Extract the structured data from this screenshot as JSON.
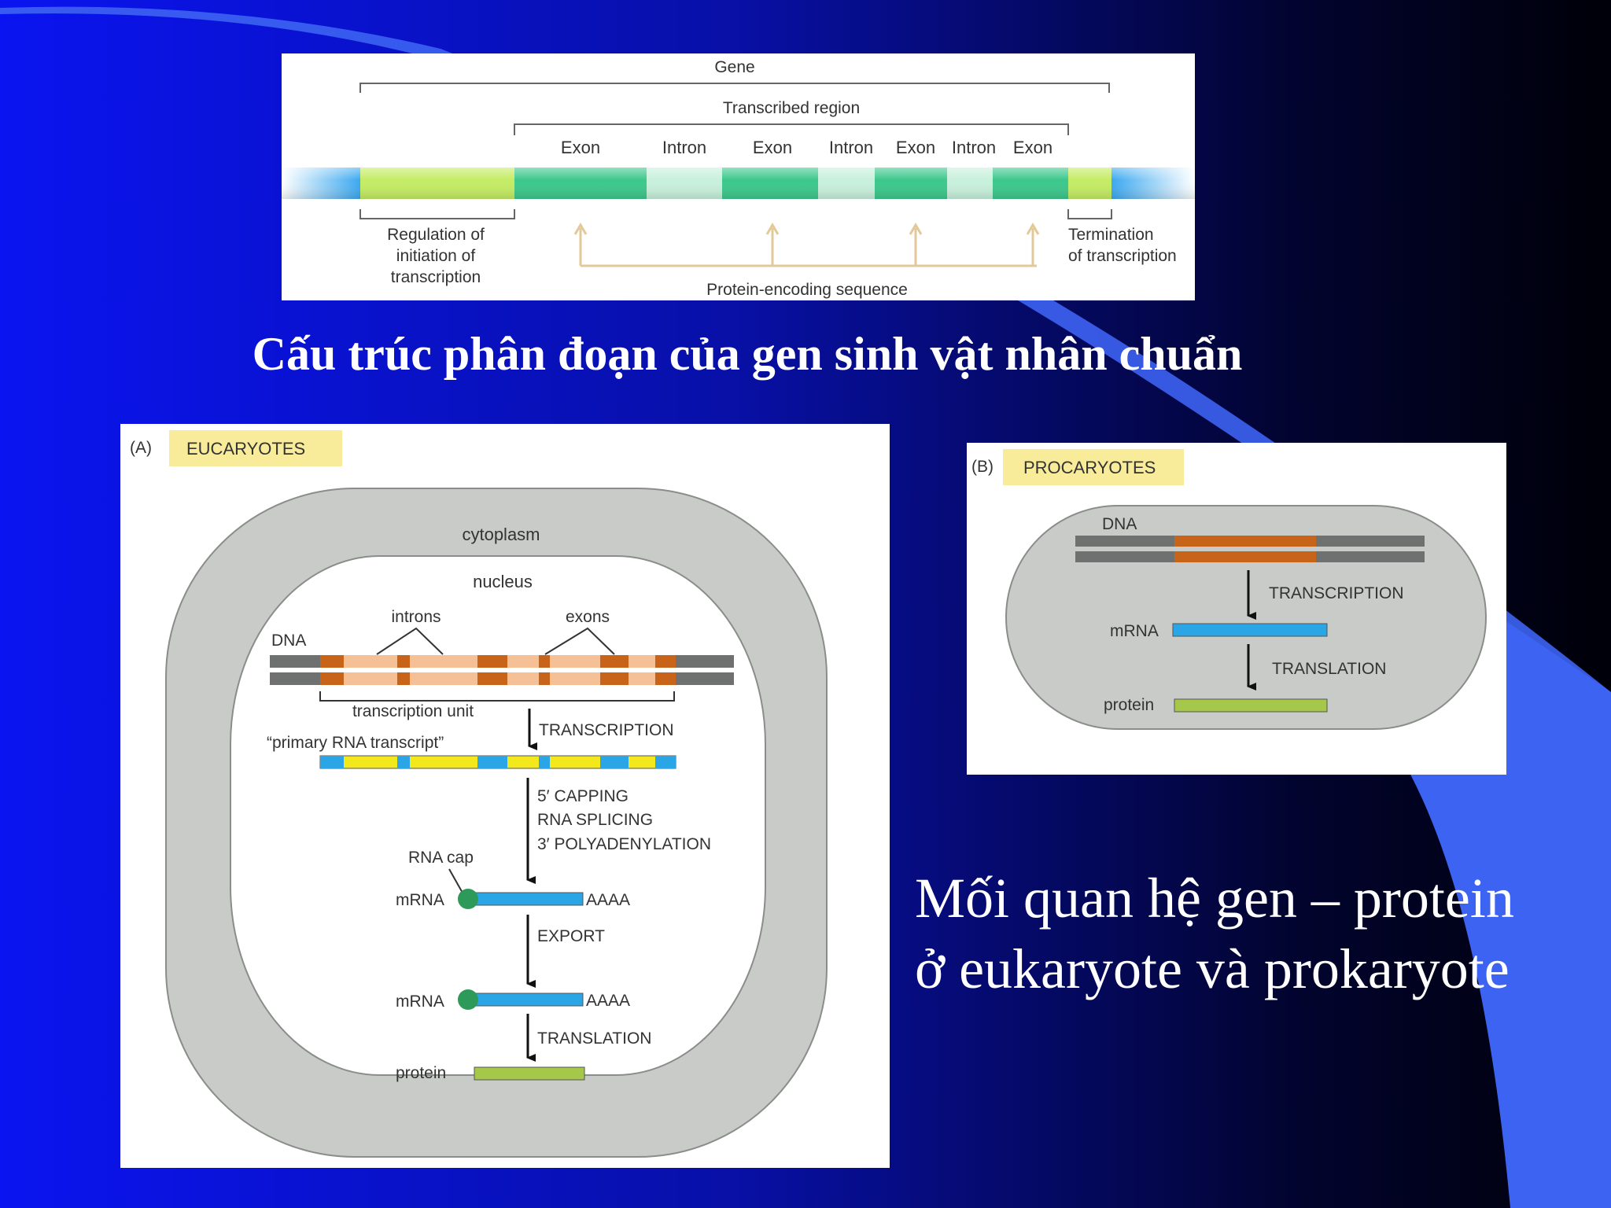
{
  "slide": {
    "title": "Cấu trúc phân đoạn của gen sinh vật nhân chuẩn",
    "caption_line1": "Mối quan hệ gen – protein",
    "caption_line2": "ở eukaryote và prokaryote"
  },
  "gene_figure": {
    "gene": "Gene",
    "transcribed_region": "Transcribed region",
    "segments": [
      "Exon",
      "Intron",
      "Exon",
      "Intron",
      "Exon",
      "Intron",
      "Exon"
    ],
    "regulation_line1": "Regulation of",
    "regulation_line2": "initiation of",
    "regulation_line3": "transcription",
    "termination_line1": "Termination",
    "termination_line2": "of transcription",
    "protein_encoding": "Protein-encoding sequence"
  },
  "eukaryotes": {
    "panel_letter": "(A)",
    "panel_label": "EUCARYOTES",
    "cytoplasm": "cytoplasm",
    "nucleus": "nucleus",
    "introns": "introns",
    "exons": "exons",
    "dna": "DNA",
    "transcription_unit": "transcription unit",
    "primary_transcript": "“primary RNA transcript”",
    "transcription": "TRANSCRIPTION",
    "capping": "5′ CAPPING",
    "splicing": "RNA SPLICING",
    "polyadenylation": "3′ POLYADENYLATION",
    "rna_cap": "RNA cap",
    "mrna": "mRNA",
    "polya": "AAAA",
    "export": "EXPORT",
    "translation": "TRANSLATION",
    "protein": "protein"
  },
  "prokaryotes": {
    "panel_letter": "(B)",
    "panel_label": "PROCARYOTES",
    "dna": "DNA",
    "transcription": "TRANSCRIPTION",
    "mrna": "mRNA",
    "translation": "TRANSLATION",
    "protein": "protein"
  },
  "colors": {
    "slide_bg_left": "#0a14f0",
    "slide_bg_right": "#000008",
    "accent_blue": "#3d63f2",
    "cell_gray": "#c8cbc8",
    "exon_orange": "#c8641a",
    "intron_peach": "#f5c096",
    "rna_yellow": "#f2e81c",
    "rna_blue": "#2aa6e6",
    "protein_green": "#a6c84a",
    "cap_green": "#2e9a5a",
    "label_yellow": "#f8ec9a",
    "gene_exon": "#3cc88c",
    "gene_intron": "#c8f0dc",
    "gene_regulatory": "#c4ec64"
  }
}
